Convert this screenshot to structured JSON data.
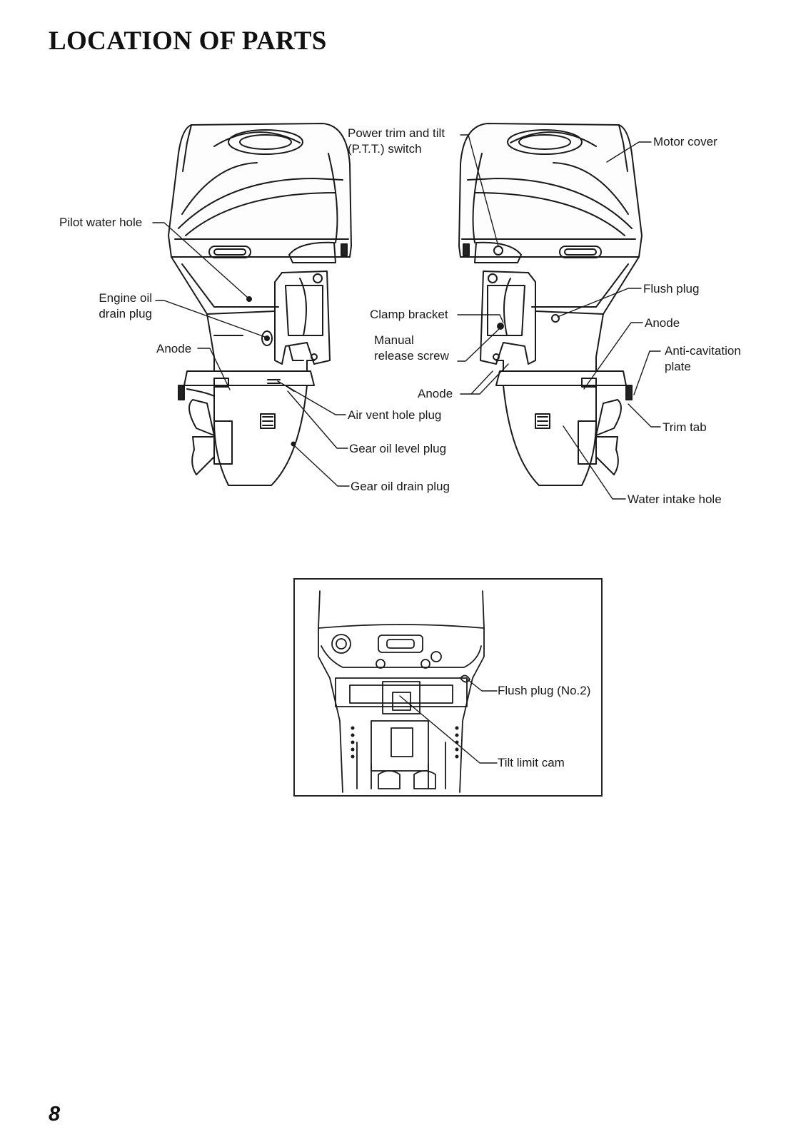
{
  "page": {
    "title": "LOCATION OF PARTS",
    "page_number": "8"
  },
  "labels": {
    "ptt_switch_line1": "Power trim and tilt",
    "ptt_switch_line2": "(P.T.T.) switch",
    "motor_cover": "Motor cover",
    "pilot_water_hole": "Pilot water hole",
    "engine_oil_drain_plug_line1": "Engine oil",
    "engine_oil_drain_plug_line2": "drain plug",
    "anode_left": "Anode",
    "clamp_bracket": "Clamp bracket",
    "manual_release_screw_line1": "Manual",
    "manual_release_screw_line2": "release screw",
    "anode_center": "Anode",
    "air_vent_hole_plug": "Air vent hole plug",
    "gear_oil_level_plug": "Gear oil level plug",
    "gear_oil_drain_plug": "Gear oil drain plug",
    "flush_plug": "Flush plug",
    "anode_right": "Anode",
    "anti_cavitation_plate_line1": "Anti-cavitation",
    "anti_cavitation_plate_line2": "plate",
    "trim_tab": "Trim tab",
    "water_intake_hole": "Water intake hole"
  },
  "inset": {
    "flush_plug_no2": "Flush plug (No.2)",
    "tilt_limit_cam": "Tilt limit cam"
  }
}
